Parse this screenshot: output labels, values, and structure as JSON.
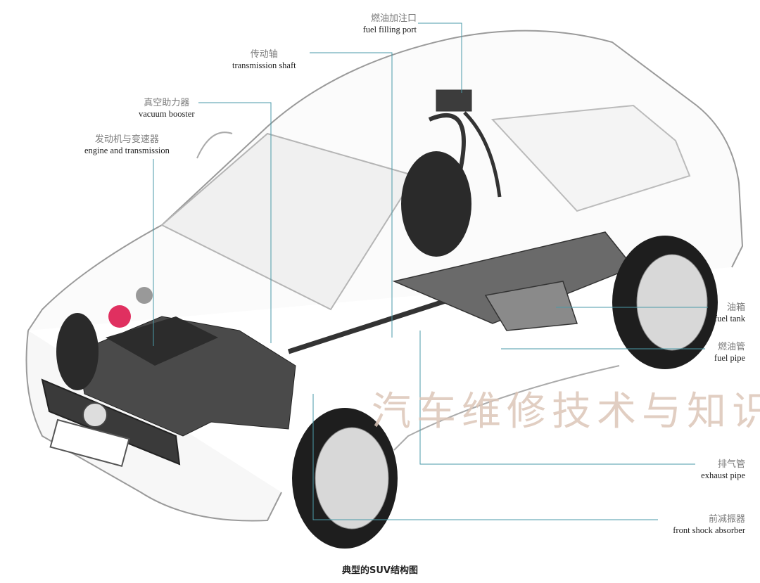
{
  "labels": {
    "fuel_filling_port": {
      "zh": "燃油加注口",
      "en": "fuel filling port"
    },
    "transmission_shaft": {
      "zh": "传动轴",
      "en": "transmission shaft"
    },
    "vacuum_booster": {
      "zh": "真空助力器",
      "en": "vacuum booster"
    },
    "engine_transmission": {
      "zh": "发动机与变速器",
      "en": "engine and transmission"
    },
    "fuel_tank": {
      "zh": "油箱",
      "en": "fuel tank"
    },
    "fuel_pipe": {
      "zh": "燃油管",
      "en": "fuel pipe"
    },
    "exhaust_pipe": {
      "zh": "排气管",
      "en": "exhaust pipe"
    },
    "front_shock_absorber": {
      "zh": "前减振器",
      "en": "front shock absorber"
    }
  },
  "watermark": "汽车维修技术与知识",
  "caption": "典型的SUV结构图",
  "colors": {
    "leader_line": "#4a9aa8",
    "watermark": "#dcc6b8"
  }
}
